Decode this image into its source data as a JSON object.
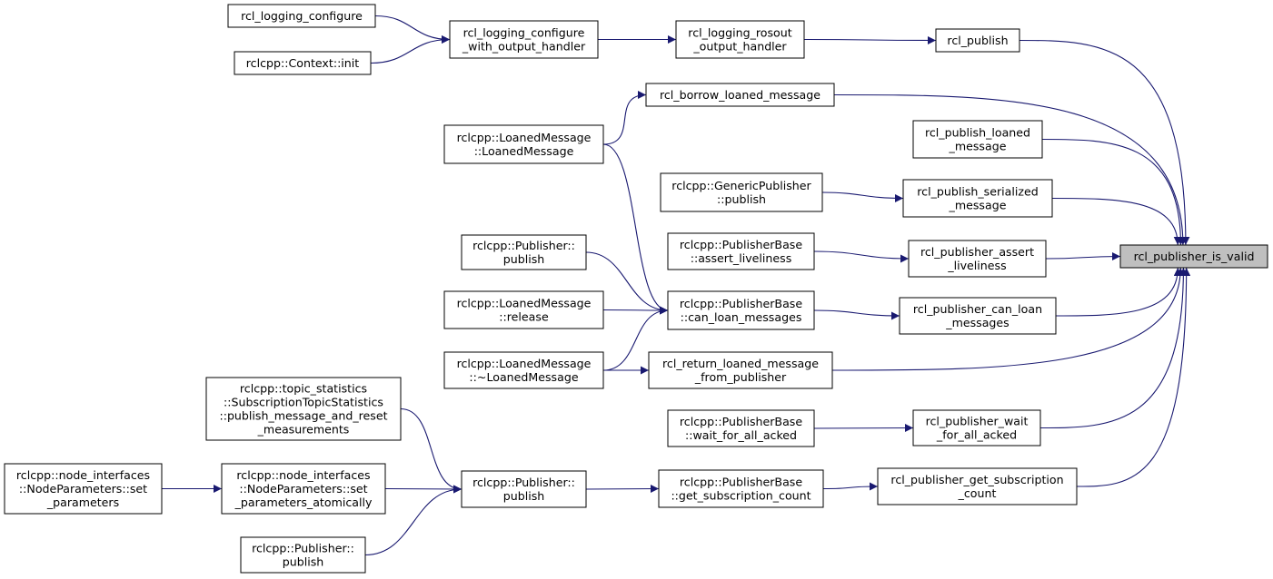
{
  "colors": {
    "edge": "#191970",
    "node_border": "#000000",
    "focus_fill": "#bfbfbf",
    "node_fill": "#ffffff"
  },
  "nodes": {
    "rcl_logging_configure": {
      "lines": [
        "rcl_logging_configure"
      ]
    },
    "context_init": {
      "lines": [
        "rclcpp::Context::init"
      ]
    },
    "logging_configure_handler": {
      "lines": [
        "rcl_logging_configure",
        "_with_output_handler"
      ]
    },
    "logging_rosout_handler": {
      "lines": [
        "rcl_logging_rosout",
        "_output_handler"
      ]
    },
    "rcl_publish": {
      "lines": [
        "rcl_publish"
      ]
    },
    "borrow_loaned_message": {
      "lines": [
        "rcl_borrow_loaned_message"
      ]
    },
    "loaned_message_ctor": {
      "lines": [
        "rclcpp::LoanedMessage",
        "::LoanedMessage"
      ]
    },
    "publish_loaned_message": {
      "lines": [
        "rcl_publish_loaned",
        "_message"
      ]
    },
    "generic_publisher_publish": {
      "lines": [
        "rclcpp::GenericPublisher",
        "::publish"
      ]
    },
    "publish_serialized_message": {
      "lines": [
        "rcl_publish_serialized",
        "_message"
      ]
    },
    "publisher_publish_a": {
      "lines": [
        "rclcpp::Publisher::",
        "publish"
      ]
    },
    "pubbase_assert_liveliness": {
      "lines": [
        "rclcpp::PublisherBase",
        "::assert_liveliness"
      ]
    },
    "publisher_assert_liveliness": {
      "lines": [
        "rcl_publisher_assert",
        "_liveliness"
      ]
    },
    "publisher_is_valid": {
      "lines": [
        "rcl_publisher_is_valid"
      ]
    },
    "loaned_message_release": {
      "lines": [
        "rclcpp::LoanedMessage",
        "::release"
      ]
    },
    "pubbase_can_loan": {
      "lines": [
        "rclcpp::PublisherBase",
        "::can_loan_messages"
      ]
    },
    "publisher_can_loan": {
      "lines": [
        "rcl_publisher_can_loan",
        "_messages"
      ]
    },
    "loaned_message_dtor": {
      "lines": [
        "rclcpp::LoanedMessage",
        "::~LoanedMessage"
      ]
    },
    "return_loaned_message": {
      "lines": [
        "rcl_return_loaned_message",
        "_from_publisher"
      ]
    },
    "topic_statistics_publish": {
      "lines": [
        "rclcpp::topic_statistics",
        "::SubscriptionTopicStatistics",
        "::publish_message_and_reset",
        "_measurements"
      ]
    },
    "pubbase_wait_for_all_acked": {
      "lines": [
        "rclcpp::PublisherBase",
        "::wait_for_all_acked"
      ]
    },
    "publisher_wait_for_all_acked": {
      "lines": [
        "rcl_publisher_wait",
        "_for_all_acked"
      ]
    },
    "node_params_set": {
      "lines": [
        "rclcpp::node_interfaces",
        "::NodeParameters::set",
        "_parameters"
      ]
    },
    "node_params_set_atomically": {
      "lines": [
        "rclcpp::node_interfaces",
        "::NodeParameters::set",
        "_parameters_atomically"
      ]
    },
    "publisher_publish_b": {
      "lines": [
        "rclcpp::Publisher::",
        "publish"
      ]
    },
    "pubbase_get_sub_count": {
      "lines": [
        "rclcpp::PublisherBase",
        "::get_subscription_count"
      ]
    },
    "publisher_get_sub_count": {
      "lines": [
        "rcl_publisher_get_subscription",
        "_count"
      ]
    },
    "publisher_publish_c": {
      "lines": [
        "rclcpp::Publisher::",
        "publish"
      ]
    }
  },
  "edges": [
    [
      "rcl_logging_configure",
      "logging_configure_handler"
    ],
    [
      "context_init",
      "logging_configure_handler"
    ],
    [
      "logging_configure_handler",
      "logging_rosout_handler"
    ],
    [
      "logging_rosout_handler",
      "rcl_publish"
    ],
    [
      "rcl_publish",
      "publisher_is_valid"
    ],
    [
      "borrow_loaned_message",
      "publisher_is_valid"
    ],
    [
      "loaned_message_ctor",
      "borrow_loaned_message"
    ],
    [
      "loaned_message_ctor",
      "pubbase_can_loan"
    ],
    [
      "publish_loaned_message",
      "publisher_is_valid"
    ],
    [
      "generic_publisher_publish",
      "publish_serialized_message"
    ],
    [
      "publish_serialized_message",
      "publisher_is_valid"
    ],
    [
      "publisher_publish_a",
      "pubbase_can_loan"
    ],
    [
      "pubbase_assert_liveliness",
      "publisher_assert_liveliness"
    ],
    [
      "publisher_assert_liveliness",
      "publisher_is_valid"
    ],
    [
      "loaned_message_release",
      "pubbase_can_loan"
    ],
    [
      "pubbase_can_loan",
      "publisher_can_loan"
    ],
    [
      "publisher_can_loan",
      "publisher_is_valid"
    ],
    [
      "loaned_message_dtor",
      "pubbase_can_loan"
    ],
    [
      "loaned_message_dtor",
      "return_loaned_message"
    ],
    [
      "return_loaned_message",
      "publisher_is_valid"
    ],
    [
      "pubbase_wait_for_all_acked",
      "publisher_wait_for_all_acked"
    ],
    [
      "publisher_wait_for_all_acked",
      "publisher_is_valid"
    ],
    [
      "topic_statistics_publish",
      "publisher_publish_b"
    ],
    [
      "node_params_set",
      "node_params_set_atomically"
    ],
    [
      "node_params_set_atomically",
      "publisher_publish_b"
    ],
    [
      "publisher_publish_c",
      "publisher_publish_b"
    ],
    [
      "publisher_publish_b",
      "pubbase_get_sub_count"
    ],
    [
      "pubbase_get_sub_count",
      "publisher_get_sub_count"
    ],
    [
      "publisher_get_sub_count",
      "publisher_is_valid"
    ]
  ]
}
